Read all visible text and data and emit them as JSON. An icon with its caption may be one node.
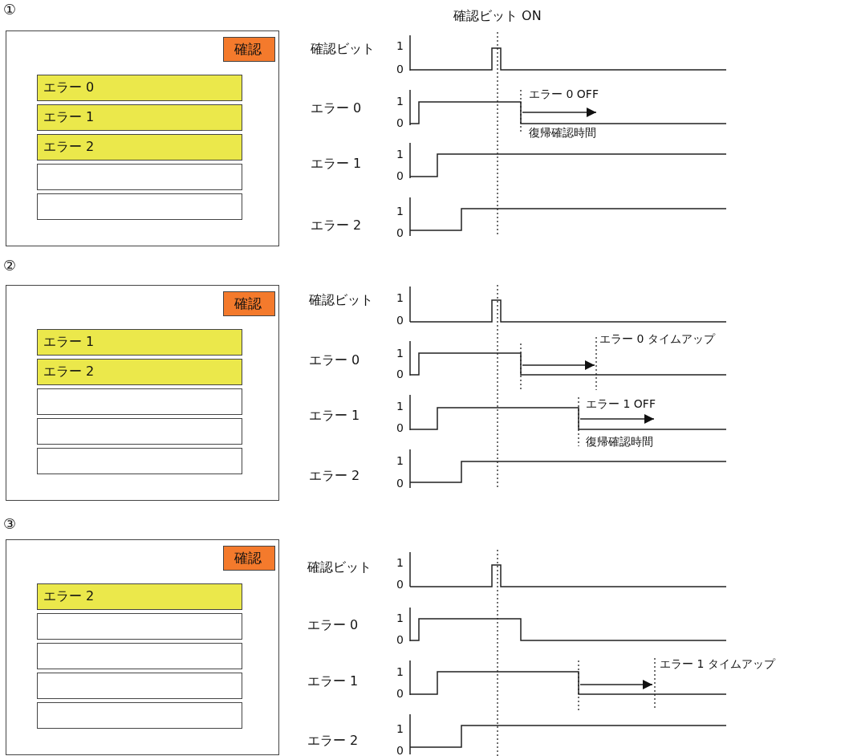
{
  "diagram": {
    "nodes": [
      {
        "text": [],
        "shape": "box"
      },
      {
        "text": [
          "確認"
        ],
        "in": 0
      },
      {
        "text": [
          "エラー 0"
        ],
        "in": 0
      },
      {
        "text": [
          "エラー 1"
        ],
        "in": 0
      },
      {
        "text": [
          "エラー 2"
        ],
        "in": 0
      },
      {
        "text": [],
        "shape": "box",
        "in": 0
      },
      {
        "text": [],
        "shape": "box",
        "in": 0
      },
      {
        "text": [],
        "shape": "box"
      },
      {
        "text": [
          "確認"
        ],
        "in": 7
      },
      {
        "text": [
          "エラー 1"
        ],
        "in": 7
      },
      {
        "text": [
          "エラー 2"
        ],
        "in": 7
      },
      {
        "text": [],
        "shape": "box",
        "in": 7
      },
      {
        "text": [],
        "shape": "box",
        "in": 7
      },
      {
        "text": [],
        "shape": "box",
        "in": 7
      },
      {
        "text": [],
        "shape": "box"
      },
      {
        "text": [
          "確認"
        ],
        "in": 14
      },
      {
        "text": [
          "エラー 2"
        ],
        "in": 14
      },
      {
        "text": [],
        "shape": "box",
        "in": 14
      },
      {
        "text": [],
        "shape": "box",
        "in": 14
      },
      {
        "text": [],
        "shape": "box",
        "in": 14
      },
      {
        "text": [],
        "shape": "box",
        "in": 14
      }
    ],
    "labels": [
      "①",
      "確認ビット ON",
      "確認ビット",
      "1",
      "0",
      "エラー 0",
      "1",
      "0",
      "エラー 0 OFF",
      "復帰確認時間",
      "エラー 1",
      "1",
      "0",
      "エラー 2",
      "1",
      "0",
      "②",
      "確認ビット",
      "1",
      "0",
      "エラー 0",
      "エラー 0 タイムアップ",
      "1",
      "0",
      "エラー 1",
      "1",
      "エラー 1 OFF",
      "0",
      "復帰確認時間",
      "エラー 2",
      "1",
      "0",
      "③",
      "確認ビット",
      "1",
      "0",
      "エラー 0",
      "1",
      "0",
      "エラー 1",
      "エラー 1 タイムアップ",
      "1",
      "0",
      "エラー 2",
      "1",
      "0"
    ]
  }
}
